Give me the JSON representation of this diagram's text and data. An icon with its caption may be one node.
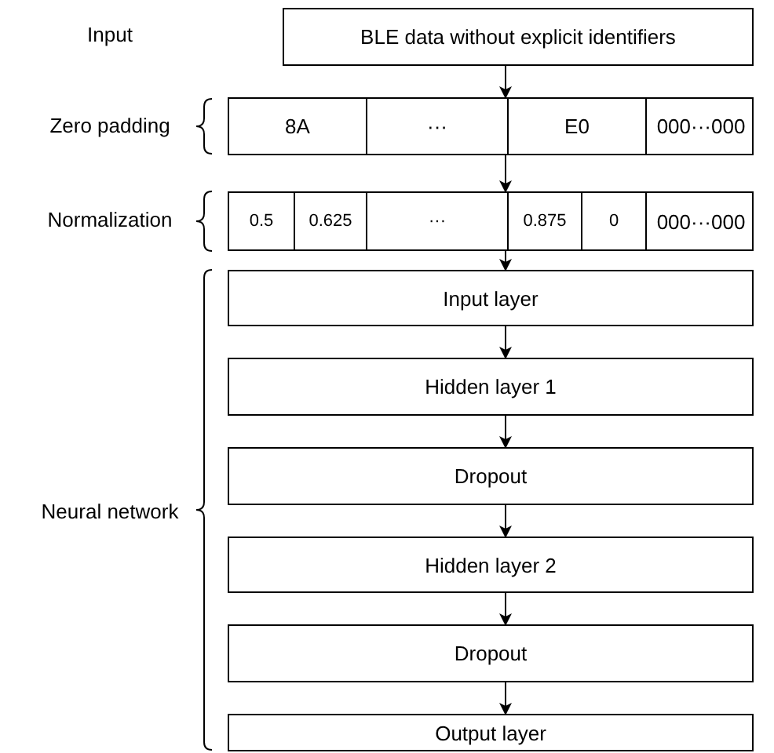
{
  "diagram": {
    "nodes": [
      {
        "text": [
          "BLE data without explicit identifiers"
        ]
      },
      {
        "text": [],
        "shape": "box"
      },
      {
        "text": [
          "8A"
        ],
        "in": 1
      },
      {
        "text": [
          "···"
        ],
        "in": 1
      },
      {
        "text": [
          "E0"
        ],
        "in": 1
      },
      {
        "text": [
          "000···000"
        ],
        "in": 1
      },
      {
        "text": [],
        "shape": "box"
      },
      {
        "text": [
          "0.5"
        ],
        "in": 6
      },
      {
        "text": [
          "0.625"
        ],
        "in": 6
      },
      {
        "text": [
          "···"
        ],
        "in": 6
      },
      {
        "text": [
          "0.875"
        ],
        "in": 6
      },
      {
        "text": [
          "0"
        ],
        "in": 6
      },
      {
        "text": [
          "000···000"
        ],
        "in": 6
      },
      {
        "text": [
          "Input layer"
        ]
      },
      {
        "text": [
          "Hidden layer 1"
        ]
      },
      {
        "text": [
          "Dropout"
        ]
      },
      {
        "text": [
          "Hidden layer 2"
        ]
      },
      {
        "text": [
          "Dropout"
        ]
      },
      {
        "text": [
          "Output layer"
        ]
      }
    ],
    "edges": [
      {
        "from": 0,
        "to": 1,
        "arrow": "to"
      },
      {
        "from": 1,
        "to": 6,
        "arrow": "to"
      },
      {
        "from": 6,
        "to": 13,
        "arrow": "to"
      },
      {
        "from": 13,
        "to": 14,
        "arrow": "to"
      },
      {
        "from": 14,
        "to": 15,
        "arrow": "to"
      },
      {
        "from": 15,
        "to": 16,
        "arrow": "to"
      },
      {
        "from": 16,
        "to": 17,
        "arrow": "to"
      },
      {
        "from": 17,
        "to": 18,
        "arrow": "to"
      }
    ],
    "labels": [
      "Input",
      "Zero padding",
      "Normalization",
      "Neural network"
    ]
  }
}
